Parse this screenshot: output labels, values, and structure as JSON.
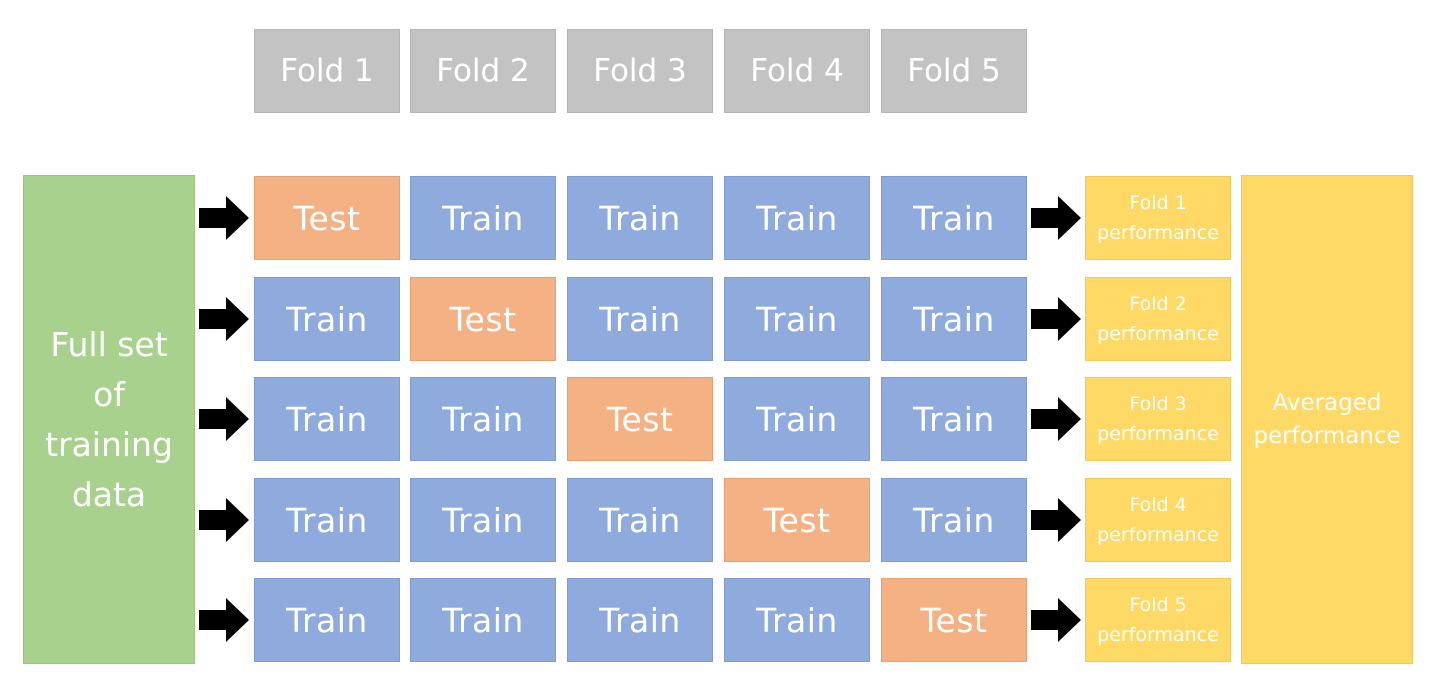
{
  "headers": [
    "Fold 1",
    "Fold 2",
    "Fold 3",
    "Fold 4",
    "Fold 5"
  ],
  "source_label": "Full set of training data",
  "rows": [
    {
      "cells": [
        "Test",
        "Train",
        "Train",
        "Train",
        "Train"
      ],
      "result": "Fold 1 performance"
    },
    {
      "cells": [
        "Train",
        "Test",
        "Train",
        "Train",
        "Train"
      ],
      "result": "Fold 2 performance"
    },
    {
      "cells": [
        "Train",
        "Train",
        "Test",
        "Train",
        "Train"
      ],
      "result": "Fold 3 performance"
    },
    {
      "cells": [
        "Train",
        "Train",
        "Train",
        "Test",
        "Train"
      ],
      "result": "Fold 4 performance"
    },
    {
      "cells": [
        "Train",
        "Train",
        "Train",
        "Train",
        "Test"
      ],
      "result": "Fold 5 performance"
    }
  ],
  "average_label": "Averaged performance",
  "colors": {
    "header": "#c3c3c3",
    "train": "#8faadc",
    "test": "#f4b183",
    "source": "#a9d18e",
    "performance": "#ffd966",
    "arrow": "#000000"
  }
}
